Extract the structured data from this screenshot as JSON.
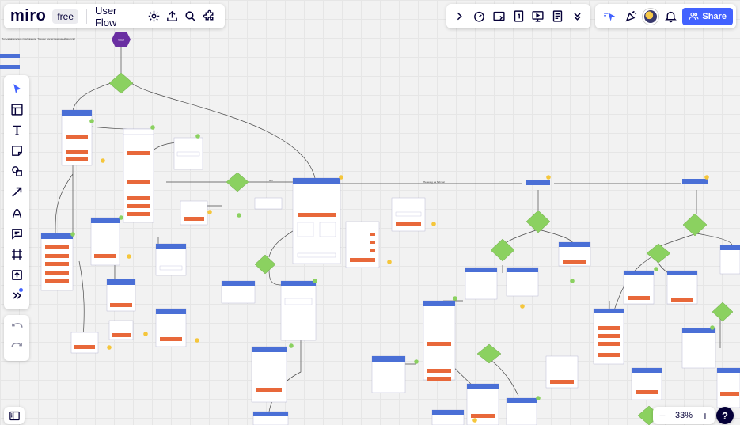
{
  "board": {
    "logo": "miro",
    "plan": "free",
    "title": "User Flow"
  },
  "toolbar_icons": {
    "settings": "gear-icon",
    "export": "upload-icon",
    "search": "search-icon",
    "integrations": "puzzle-icon"
  },
  "collab": {
    "items": [
      "chevron-right-icon",
      "timer-icon",
      "presentation-icon",
      "numbered-page-icon",
      "screen-play-icon",
      "notes-icon",
      "more-down-icon"
    ]
  },
  "share": {
    "label": "Share"
  },
  "zoom": {
    "level": "33%",
    "minus": "−",
    "plus": "+"
  },
  "help": {
    "label": "?"
  },
  "canvas": {
    "start_label": "Start",
    "notes": {
      "top_left_note": "Пользовательское приложение. Тренинг (интеграционный модуль)",
      "edge_label_1": "Переход на Tab bar",
      "edge_label_2": "Нет"
    }
  },
  "colors": {
    "accent": "#4262ff",
    "flow_blue": "#4a6fd6",
    "flow_orange": "#e8683a",
    "diamond_green": "#8bd160",
    "hexagon_purple": "#6a2fa2",
    "note_yellow": "#f5c63b"
  }
}
